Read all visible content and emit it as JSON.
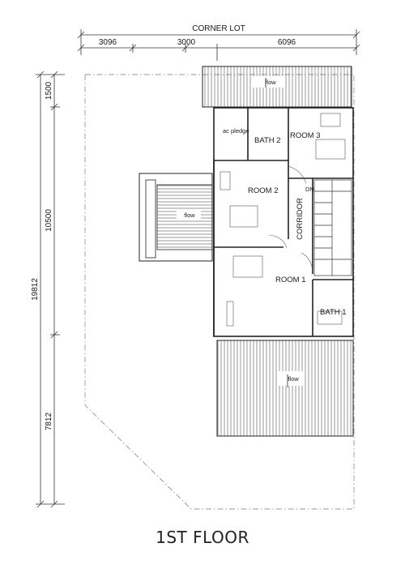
{
  "title": "1ST FLOOR",
  "dimensions": {
    "top_heading": "CORNER LOT",
    "top": [
      "3096",
      "3000",
      "6096"
    ],
    "left_outer": "19812",
    "left_inner": [
      "1500",
      "10500",
      "7812"
    ]
  },
  "rooms": {
    "room1": "ROOM 1",
    "room2": "ROOM 2",
    "room3": "ROOM 3",
    "bath1": "BATH 1",
    "bath2": "BATH 2",
    "corridor": "CORRIDOR",
    "ac_ledge": "ac pledge",
    "stair_dn": "DN"
  },
  "roof_labels": {
    "top": "flow",
    "side": "flow",
    "bottom": "flow"
  }
}
